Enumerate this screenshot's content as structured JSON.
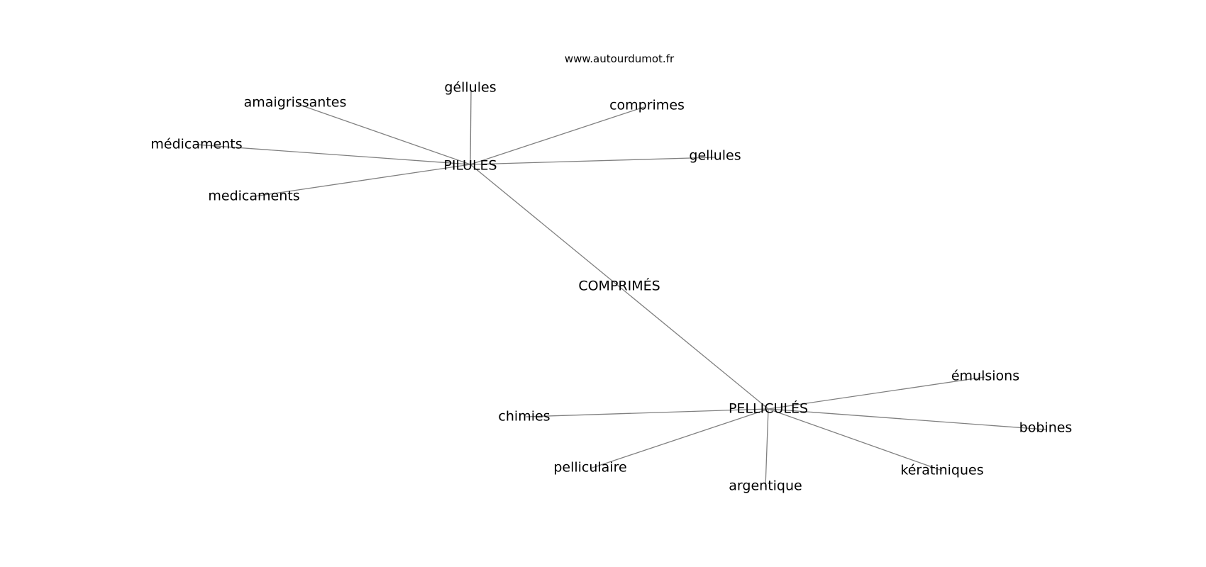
{
  "source": "www.autourdumot.fr",
  "nodes": [
    {
      "id": "comprimes_center",
      "label": "COMPRIMÉS"
    },
    {
      "id": "pilules",
      "label": "PILULES"
    },
    {
      "id": "pellicules",
      "label": "PELLICULÉS"
    },
    {
      "id": "gellules_accent",
      "label": "géllules"
    },
    {
      "id": "amaigrissantes",
      "label": "amaigrissantes"
    },
    {
      "id": "comprimes",
      "label": "comprimes"
    },
    {
      "id": "medicaments_accent",
      "label": "médicaments"
    },
    {
      "id": "gellules",
      "label": "gellules"
    },
    {
      "id": "medicaments",
      "label": "medicaments"
    },
    {
      "id": "emulsions",
      "label": "émulsions"
    },
    {
      "id": "chimies",
      "label": "chimies"
    },
    {
      "id": "bobines",
      "label": "bobines"
    },
    {
      "id": "pelliculaire",
      "label": "pelliculaire"
    },
    {
      "id": "keratiniques",
      "label": "kératiniques"
    },
    {
      "id": "argentique",
      "label": "argentique"
    }
  ],
  "edges": [
    [
      "pilules",
      "pellicules"
    ],
    [
      "pilules",
      "gellules_accent"
    ],
    [
      "pilules",
      "amaigrissantes"
    ],
    [
      "pilules",
      "comprimes"
    ],
    [
      "pilules",
      "medicaments_accent"
    ],
    [
      "pilules",
      "gellules"
    ],
    [
      "pilules",
      "medicaments"
    ],
    [
      "pellicules",
      "emulsions"
    ],
    [
      "pellicules",
      "chimies"
    ],
    [
      "pellicules",
      "bobines"
    ],
    [
      "pellicules",
      "pelliculaire"
    ],
    [
      "pellicules",
      "keratiniques"
    ],
    [
      "pellicules",
      "argentique"
    ]
  ]
}
